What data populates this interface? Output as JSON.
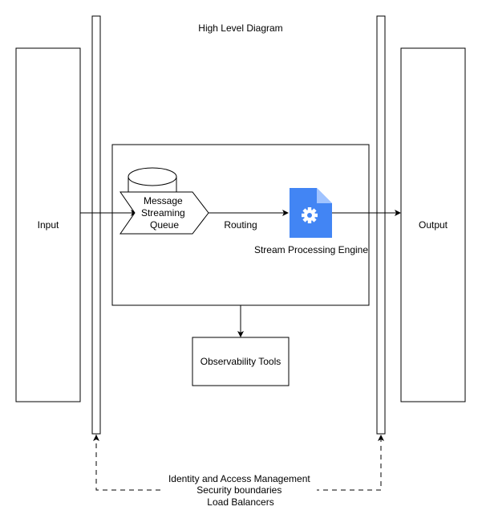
{
  "title": "High Level Diagram",
  "nodes": {
    "input": "Input",
    "output": "Output",
    "queue_lines": [
      "Message",
      "Streaming",
      "Queue"
    ],
    "routing": "Routing",
    "engine": "Stream Processing Engine",
    "observability": "Observability Tools"
  },
  "footer_lines": [
    "Identity and Access Management",
    "Security boundaries",
    "Load Balancers"
  ],
  "colors": {
    "stroke": "#000000",
    "engine_icon": "#4285f4",
    "engine_icon_fold": "#a0c3ff"
  }
}
